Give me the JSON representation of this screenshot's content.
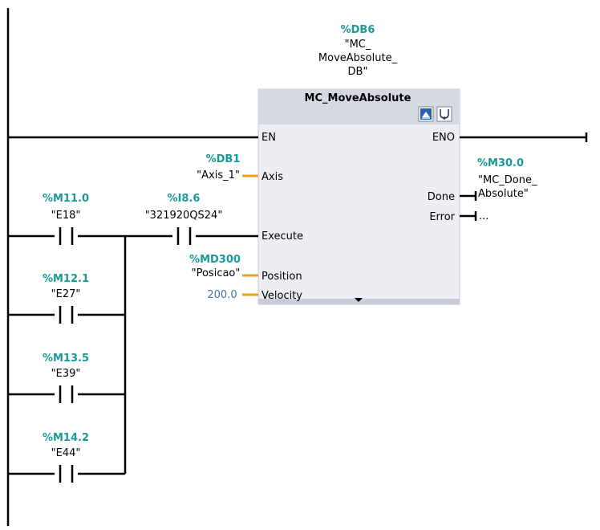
{
  "instance": {
    "address": "%DB6",
    "name_lines": [
      "\"MC_",
      "MoveAbsolute_",
      "DB\""
    ]
  },
  "block": {
    "title": "MC_MoveAbsolute",
    "icons": [
      "download-icon",
      "diagnostics-icon"
    ],
    "inputs": {
      "en": "EN",
      "axis": "Axis",
      "execute": "Execute",
      "position": "Position",
      "velocity": "Velocity"
    },
    "outputs": {
      "eno": "ENO",
      "done": "Done",
      "error": "Error"
    }
  },
  "params": {
    "axis": {
      "address": "%DB1",
      "symbol": "\"Axis_1\""
    },
    "position": {
      "address": "%MD300",
      "symbol": "\"Posicao\""
    },
    "velocity": {
      "value": "200.0"
    },
    "done": {
      "address": "%M30.0",
      "symbol_lines": [
        "\"MC_Done_",
        "Absolute\""
      ]
    },
    "error": {
      "value": "..."
    }
  },
  "contacts": [
    {
      "address": "%M11.0",
      "symbol": "\"E18\""
    },
    {
      "address": "%M12.1",
      "symbol": "\"E27\""
    },
    {
      "address": "%M13.5",
      "symbol": "\"E39\""
    },
    {
      "address": "%M14.2",
      "symbol": "\"E44\""
    },
    {
      "address": "%I8.6",
      "symbol": "\"321920QS24\""
    }
  ],
  "colors": {
    "address": "#1a9a96",
    "constant": "#4a6fb0",
    "connector": "#f0a020",
    "block_body": "#eceef4",
    "block_header": "#d6d9e1"
  }
}
